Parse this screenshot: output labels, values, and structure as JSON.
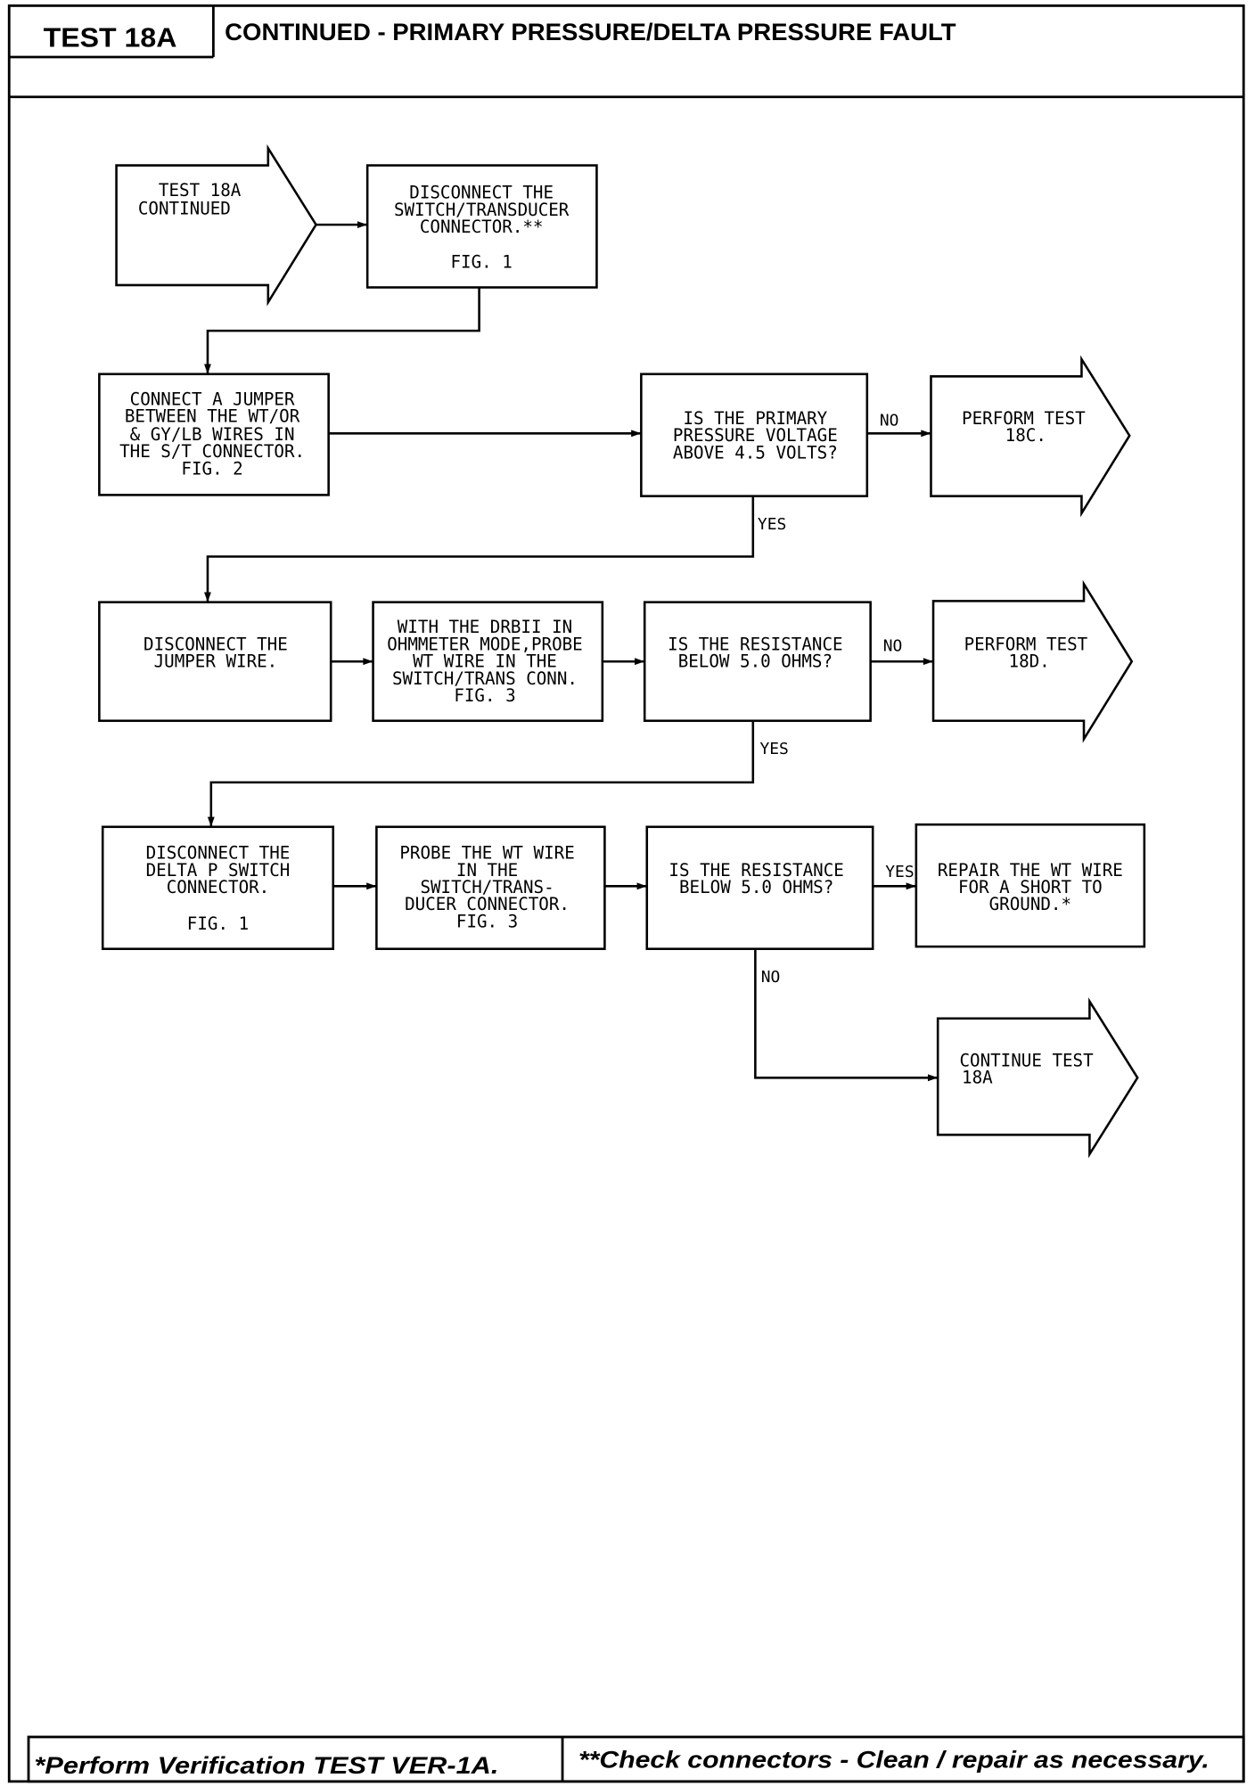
{
  "header": {
    "test_id": "TEST 18A",
    "title": "CONTINUED - PRIMARY PRESSURE/DELTA PRESSURE FAULT"
  },
  "flowchart": {
    "start": [
      "TEST 18A",
      "CONTINUED"
    ],
    "disconnect_st_connector": [
      "DISCONNECT THE",
      "SWITCH/TRANSDUCER",
      "CONNECTOR.**",
      "FIG. 1"
    ],
    "connect_jumper": [
      "CONNECT A JUMPER",
      "BETWEEN THE WT/OR",
      "& GY/LB WIRES IN",
      "THE S/T CONNECTOR.",
      "FIG. 2"
    ],
    "check_primary_voltage": [
      "IS THE PRIMARY",
      "PRESSURE VOLTAGE",
      "ABOVE 4.5 VOLTS?"
    ],
    "goto_18c": [
      "PERFORM TEST",
      "18C."
    ],
    "disconnect_jumper": [
      "DISCONNECT THE",
      "JUMPER WIRE."
    ],
    "probe_wt_ohmmeter": [
      "WITH THE DRBII IN",
      "OHMMETER MODE,PROBE",
      "WT WIRE IN THE",
      "SWITCH/TRANS CONN.",
      "FIG. 3"
    ],
    "check_resistance_1": [
      "IS THE RESISTANCE",
      "BELOW 5.0 OHMS?"
    ],
    "goto_18d": [
      "PERFORM TEST",
      "18D."
    ],
    "disconnect_delta_p": [
      "DISCONNECT THE",
      "DELTA P SWITCH",
      "CONNECTOR.",
      "FIG. 1"
    ],
    "probe_wt_wire": [
      "PROBE THE WT WIRE",
      "IN THE",
      "SWITCH/TRANS-",
      "DUCER CONNECTOR.",
      "FIG. 3"
    ],
    "check_resistance_2": [
      "IS THE RESISTANCE",
      "BELOW 5.0 OHMS?"
    ],
    "repair_wt_wire": [
      "REPAIR THE WT WIRE",
      "FOR A SHORT TO",
      "GROUND.*"
    ],
    "continue_18a": [
      "CONTINUE TEST",
      "18A"
    ]
  },
  "edge_labels": {
    "primary_voltage_no": "NO",
    "primary_voltage_yes": "YES",
    "resistance_1_no": "NO",
    "resistance_1_yes": "YES",
    "resistance_2_yes": "YES",
    "resistance_2_no": "NO"
  },
  "footer": {
    "verification_note": "*Perform Verification TEST VER-1A.",
    "connector_note": "**Check connectors - Clean / repair as necessary."
  },
  "colors": {
    "ink": "#000000",
    "paper": "#ffffff"
  }
}
